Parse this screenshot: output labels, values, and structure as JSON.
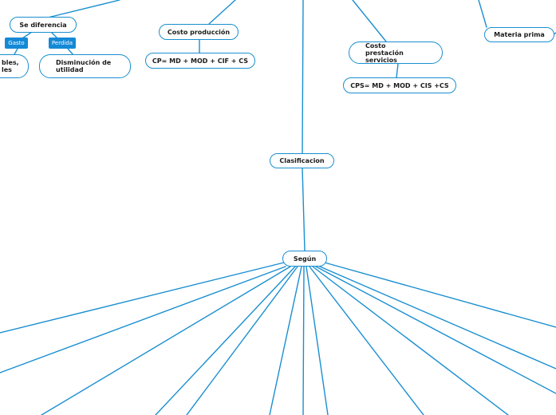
{
  "nodes": {
    "se_diferencia": "Se diferencia",
    "costo_produccion": "Costo producción",
    "formula_cp": "CP= MD + MOD + CIF + CS",
    "costo_prestacion": "Costo prestación servicios",
    "formula_cps": "CPS= MD + MOD + CIS +CS",
    "materia_prima": "Materia prima",
    "clasificacion": "Clasificacion",
    "segun": "Según",
    "disminucion": "Disminución de utilidad",
    "cut_left_1": "bles,",
    "cut_left_2": "les"
  },
  "tags": {
    "gasto": "Gasto",
    "perdida": "Perdida"
  },
  "colors": {
    "line": "#1a8fd0",
    "tag_bg": "#1589d6",
    "node_border": "#1a8fd0"
  }
}
